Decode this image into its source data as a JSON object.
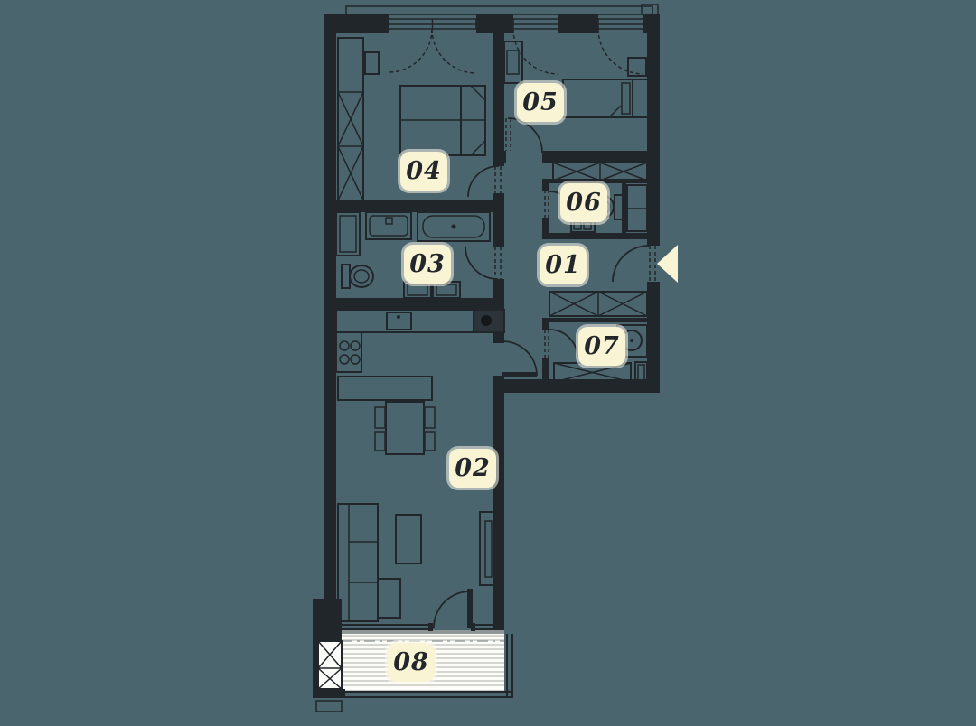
{
  "rooms": [
    {
      "number": "01"
    },
    {
      "number": "02"
    },
    {
      "number": "03"
    },
    {
      "number": "04"
    },
    {
      "number": "05"
    },
    {
      "number": "06"
    },
    {
      "number": "07"
    },
    {
      "number": "08"
    }
  ],
  "entrance": {
    "arrow_direction": "left"
  },
  "colors": {
    "background": "#4b656e",
    "walls": "#21262a",
    "badge_fill": "#f8f4d4",
    "badge_text": "#23272b",
    "balcony_deck": "#fcfcf9",
    "entrance_arrow": "#f8f4d4"
  }
}
